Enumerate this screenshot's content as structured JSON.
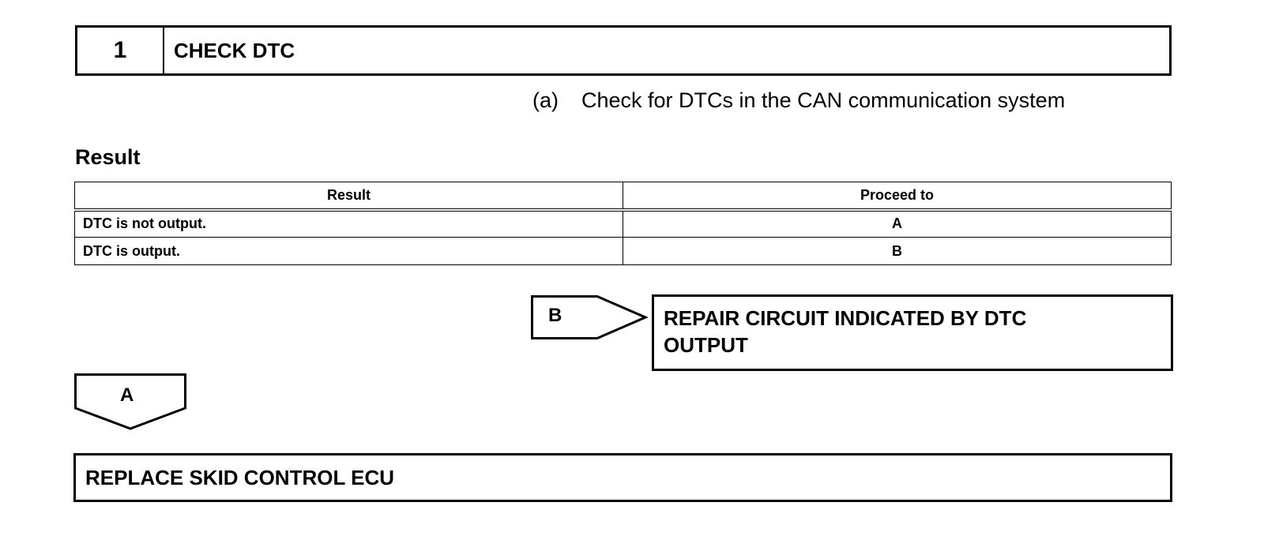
{
  "step": {
    "number": "1",
    "title": "CHECK DTC"
  },
  "instruction": {
    "marker": "(a)",
    "text": "Check for DTCs in the CAN communication system"
  },
  "result_heading": "Result",
  "result_table": {
    "headers": [
      "Result",
      "Proceed to"
    ],
    "rows": [
      [
        "DTC is not output.",
        "A"
      ],
      [
        "DTC is output.",
        "B"
      ]
    ]
  },
  "branch_b": {
    "label": "B",
    "action_line1": "REPAIR CIRCUIT INDICATED BY DTC",
    "action_line2": "OUTPUT"
  },
  "branch_a": {
    "label": "A",
    "action": "REPLACE SKID CONTROL ECU"
  }
}
